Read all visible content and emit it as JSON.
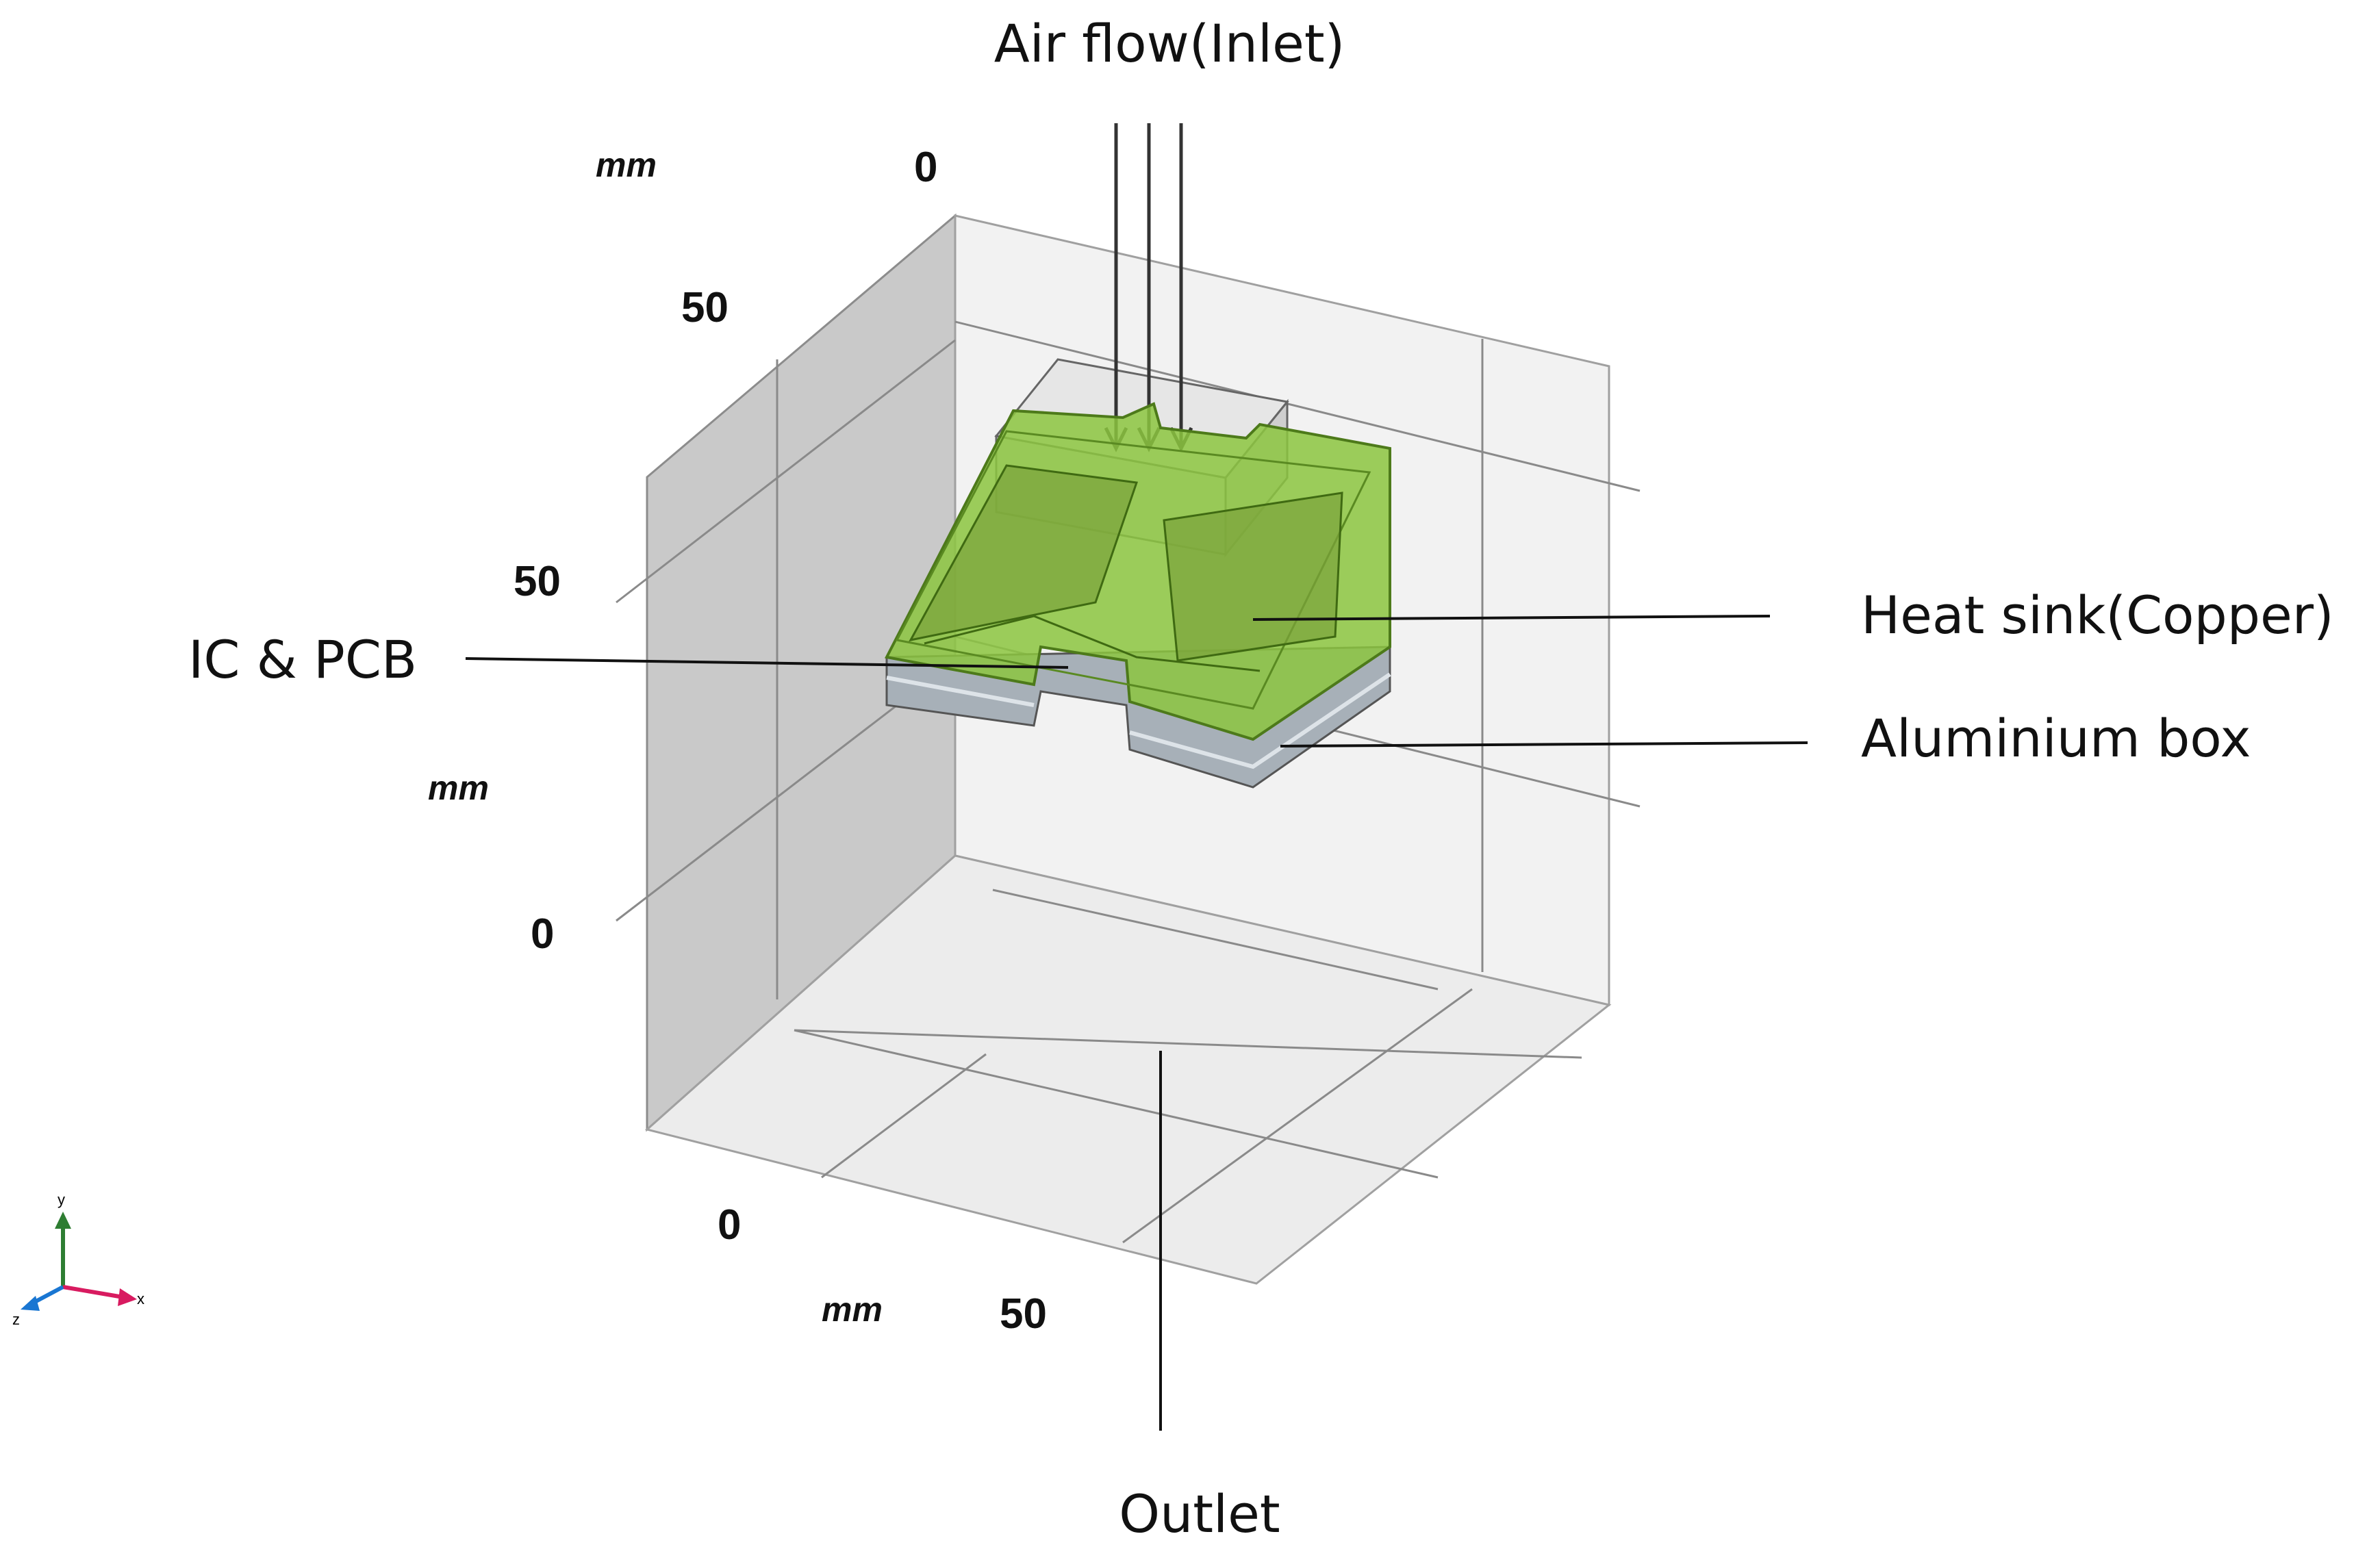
{
  "labels": {
    "air_flow": "Air flow(Inlet)",
    "heat_sink": "Heat sink(Copper)",
    "aluminium_box": "Aluminium box",
    "ic_pcb": "IC & PCB",
    "outlet": "Outlet"
  },
  "axes": {
    "left_vertical": {
      "unit": "mm",
      "ticks": [
        "0",
        "50"
      ]
    },
    "left_depth": {
      "unit": "mm",
      "ticks": [
        "0",
        "50"
      ]
    },
    "bottom": {
      "unit": "mm",
      "ticks": [
        "0",
        "50"
      ]
    }
  },
  "triad": {
    "x": "x",
    "y": "y",
    "z": "z"
  },
  "colors": {
    "heat_sink": "#8cc63f",
    "aluminium": "#b8c0c8",
    "wall": "#c8c8c8",
    "floor": "#ececec",
    "axis_x": "#d81b60",
    "axis_y": "#2e7d32",
    "axis_z": "#1976d2"
  }
}
